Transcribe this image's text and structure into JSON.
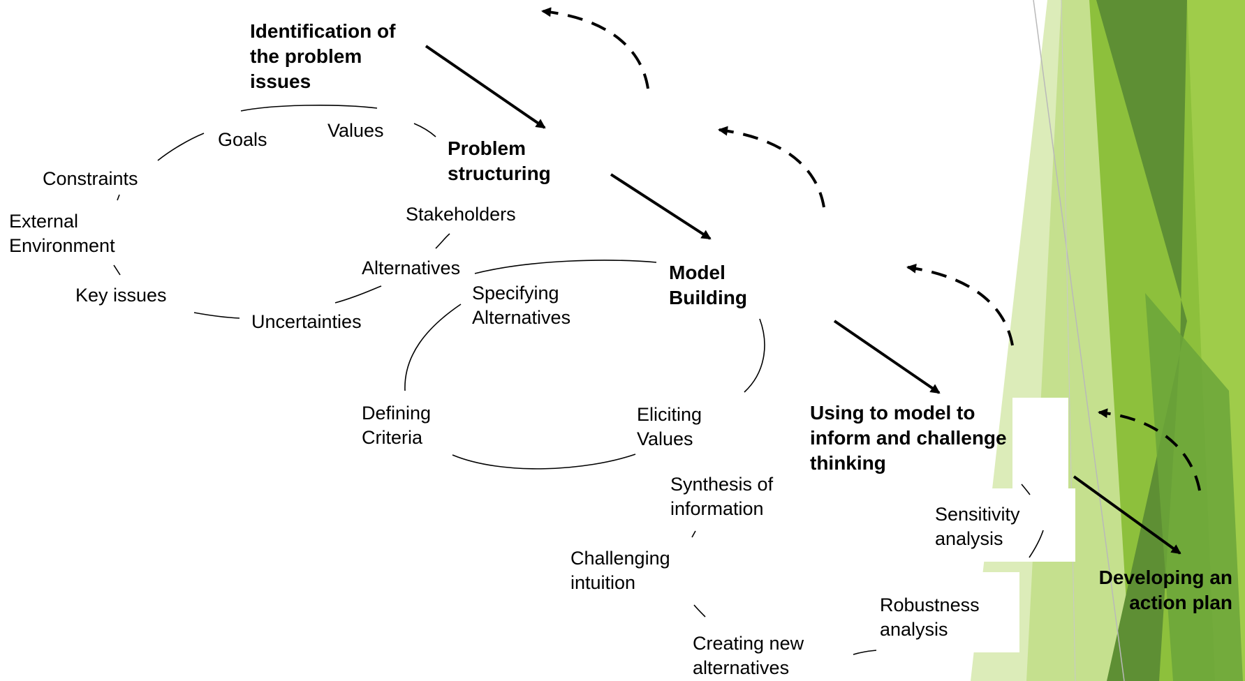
{
  "stages": {
    "identification": "Identification of\nthe problem\nissues",
    "structuring": "Problem\nstructuring",
    "model_building": "Model\nBuilding",
    "using_model": "Using to model to\ninform and challenge\nthinking",
    "action_plan": "Developing an\naction plan"
  },
  "structuring_cycle": {
    "goals": "Goals",
    "values": "Values",
    "constraints": "Constraints",
    "external_environment": "External\nEnvironment",
    "key_issues": "Key issues",
    "uncertainties": "Uncertainties",
    "alternatives": "Alternatives",
    "stakeholders": "Stakeholders"
  },
  "model_cycle": {
    "specifying_alternatives": "Specifying\nAlternatives",
    "defining_criteria": "Defining\nCriteria",
    "eliciting_values": "Eliciting\nValues"
  },
  "using_cycle": {
    "synthesis": "Synthesis of\ninformation",
    "challenging": "Challenging\nintuition",
    "creating": "Creating new\nalternatives",
    "robustness": "Robustness\nanalysis",
    "sensitivity": "Sensitivity\nanalysis"
  },
  "colors": {
    "green_light": "#c5e08e",
    "green_mid": "#8dc03c",
    "green_dark": "#5e8f34",
    "green_accent": "#9fcc4a",
    "line": "#000000"
  }
}
